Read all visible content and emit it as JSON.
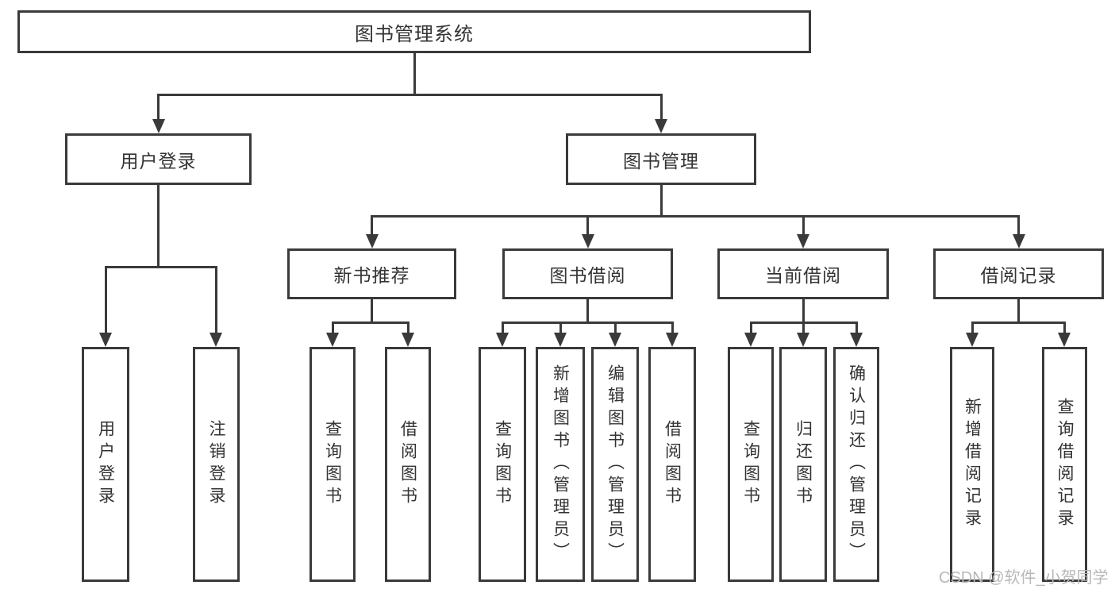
{
  "diagram": {
    "title": "图书管理系统",
    "watermark": "CSDN @软件_小贺同学",
    "colors": {
      "line": "#3a3a3a",
      "text": "#333333",
      "background": "#ffffff",
      "watermark": "#b9b7b7"
    },
    "nodes": {
      "root": {
        "label": "图书管理系统"
      },
      "level2": [
        {
          "id": "user-login",
          "label": "用户登录"
        },
        {
          "id": "book-management",
          "label": "图书管理"
        }
      ],
      "level3": [
        {
          "id": "new-book-recommend",
          "label": "新书推荐",
          "parent": "book-management"
        },
        {
          "id": "book-borrowing",
          "label": "图书借阅",
          "parent": "book-management"
        },
        {
          "id": "current-borrowing",
          "label": "当前借阅",
          "parent": "book-management"
        },
        {
          "id": "borrowing-records",
          "label": "借阅记录",
          "parent": "book-management"
        }
      ],
      "leaves": [
        {
          "parent": "user-login",
          "label": "用户登录"
        },
        {
          "parent": "user-login",
          "label": "注销登录"
        },
        {
          "parent": "new-book-recommend",
          "label": "查询图书"
        },
        {
          "parent": "new-book-recommend",
          "label": "借阅图书"
        },
        {
          "parent": "book-borrowing",
          "label": "查询图书"
        },
        {
          "parent": "book-borrowing",
          "label": "新增图书（管理员）"
        },
        {
          "parent": "book-borrowing",
          "label": "编辑图书（管理员）"
        },
        {
          "parent": "book-borrowing",
          "label": "借阅图书"
        },
        {
          "parent": "current-borrowing",
          "label": "查询图书"
        },
        {
          "parent": "current-borrowing",
          "label": "归还图书"
        },
        {
          "parent": "current-borrowing",
          "label": "确认归还（管理员）"
        },
        {
          "parent": "borrowing-records",
          "label": "新增借阅记录"
        },
        {
          "parent": "borrowing-records",
          "label": "查询借阅记录"
        }
      ]
    }
  }
}
